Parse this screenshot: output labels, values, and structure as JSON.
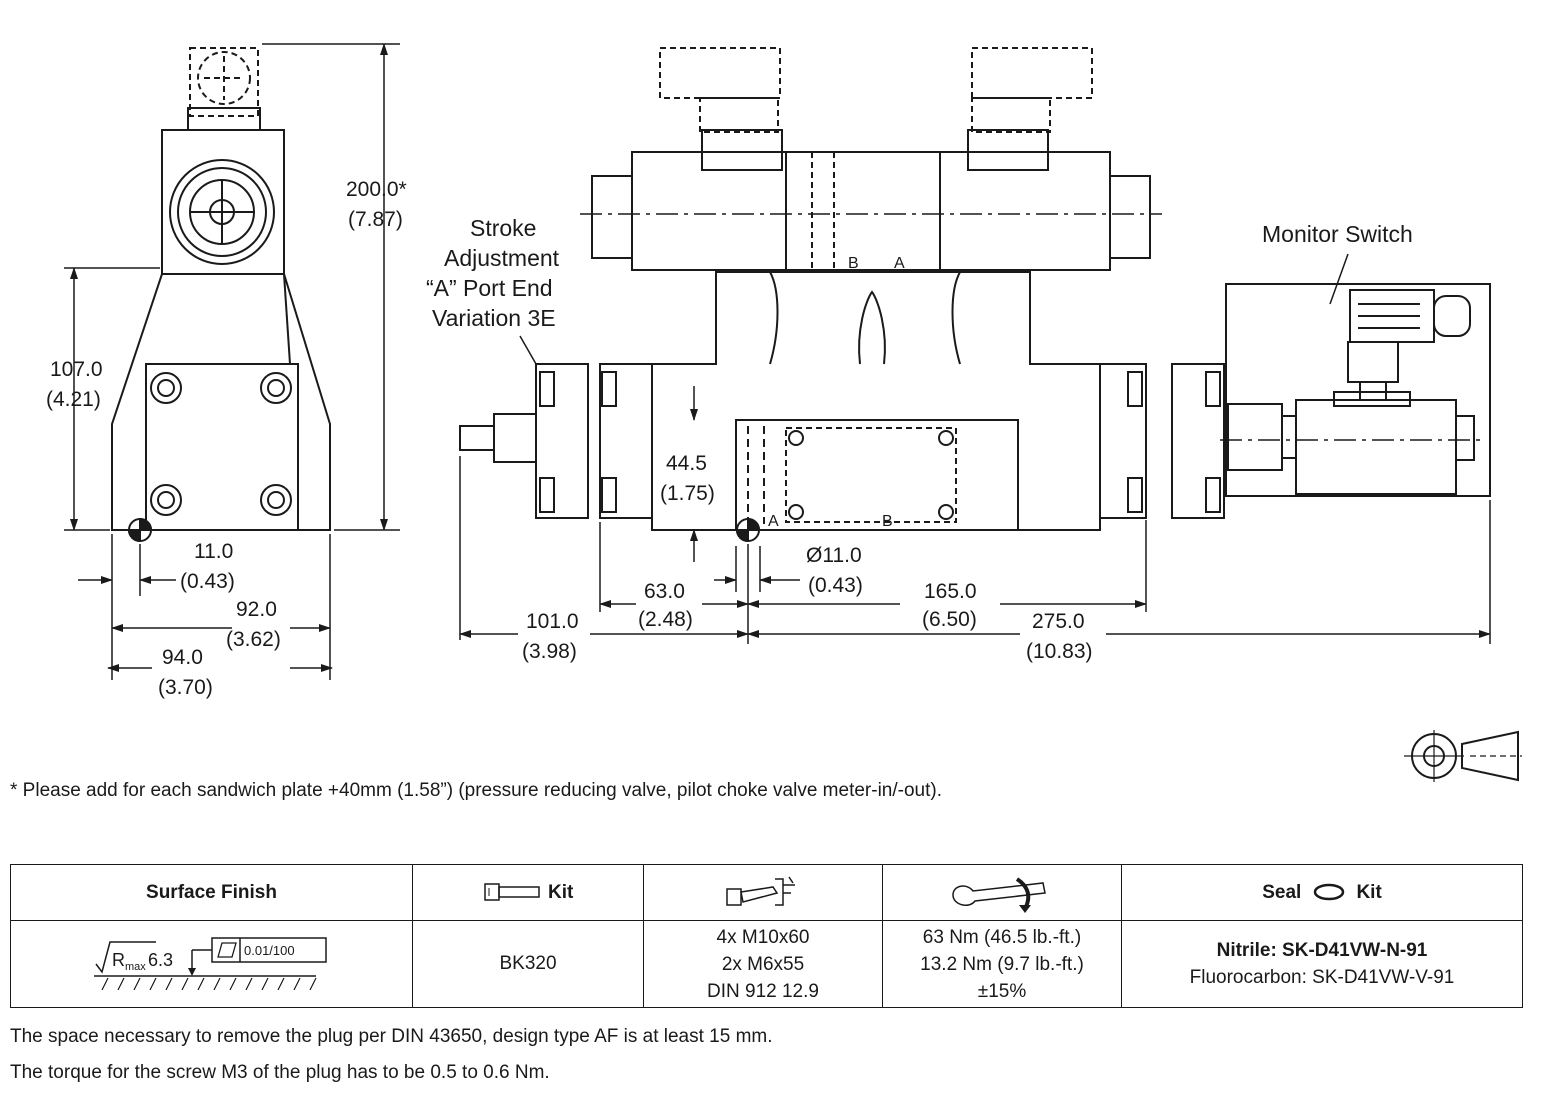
{
  "drawing": {
    "labels": {
      "stroke_adjustment": [
        "Stroke",
        "Adjustment",
        "“A” Port End",
        "Variation 3E"
      ],
      "monitor_switch": "Monitor Switch",
      "port_b_top": "B",
      "port_a_top": "A",
      "port_a_bottom": "A",
      "port_b_bottom": "B"
    },
    "dimensions": {
      "height_total": [
        "200.0*",
        "(7.87)"
      ],
      "height_body": [
        "107.0",
        "(4.21)"
      ],
      "offset_11": [
        "11.0",
        "(0.43)"
      ],
      "width_92": [
        "92.0",
        "(3.62)"
      ],
      "width_94": [
        "94.0",
        "(3.70)"
      ],
      "height_44_5": [
        "44.5",
        "(1.75)"
      ],
      "dia_11": [
        "Ø11.0",
        "(0.43)"
      ],
      "len_63": [
        "63.0",
        "(2.48)"
      ],
      "len_165": [
        "165.0",
        "(6.50)"
      ],
      "len_101": [
        "101.0",
        "(3.98)"
      ],
      "len_275": [
        "275.0",
        "(10.83)"
      ]
    }
  },
  "footnote": "* Please add for each sandwich plate +40mm (1.58”) (pressure reducing valve, pilot choke valve meter-in/-out).",
  "table": {
    "headers": {
      "surface_finish": "Surface Finish",
      "bolt_kit": "Kit",
      "seal_kit_prefix": "Seal",
      "seal_kit_suffix": "Kit"
    },
    "row": {
      "roughness": "6.3",
      "roughness_prefix": "R",
      "roughness_sub": "max",
      "flatness": "0.01/100",
      "bolt_kit": "BK320",
      "screws": [
        "4x M10x60",
        "2x M6x55",
        "DIN 912 12.9"
      ],
      "torque": [
        "63 Nm (46.5 lb.-ft.)",
        "13.2 Nm (9.7 lb.-ft.)",
        "±15%"
      ],
      "seal_nitrile": "Nitrile: SK-D41VW-N-91",
      "seal_fluorocarbon": "Fluorocarbon: SK-D41VW-V-91"
    }
  },
  "notes": [
    "The space necessary to remove the plug per DIN 43650, design type AF is at least 15 mm.",
    "The torque for the screw M3 of the plug has to be 0.5 to 0.6 Nm."
  ]
}
